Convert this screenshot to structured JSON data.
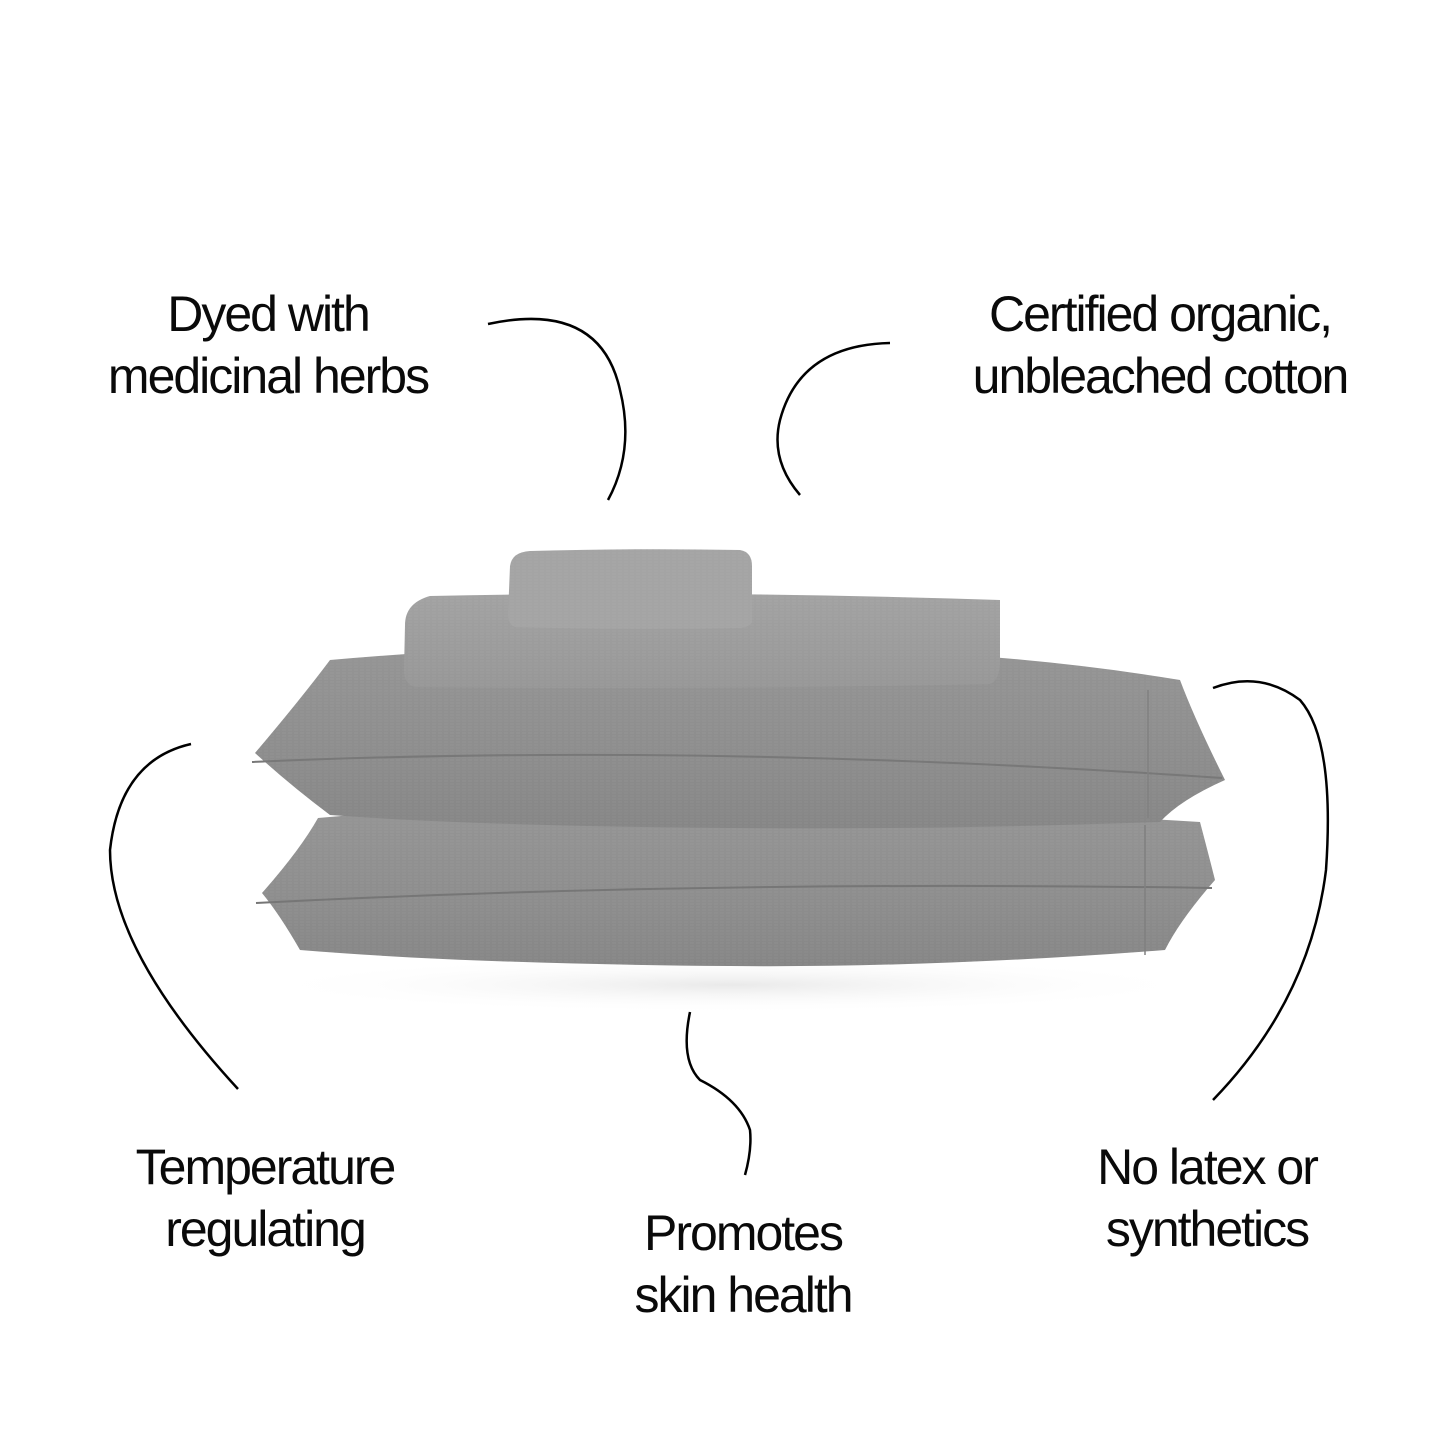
{
  "product": {
    "name": "bedding-set",
    "fabric_color": "#8f8f8f",
    "fabric_highlight": "#a3a3a3",
    "fabric_shadow": "#7d7d7d",
    "items": [
      "pillowcase-folded",
      "sheet-folded",
      "pillow-top",
      "pillow-bottom"
    ]
  },
  "callouts": {
    "dyed": {
      "line1": "Dyed with",
      "line2": "medicinal herbs"
    },
    "organic": {
      "line1": "Certified  organic,",
      "line2": "unbleached cotton"
    },
    "temperature": {
      "line1": "Temperature",
      "line2": "regulating"
    },
    "skin": {
      "line1": "Promotes",
      "line2": "skin health"
    },
    "latex": {
      "line1": "No latex or",
      "line2": "synthetics"
    }
  },
  "colors": {
    "text": "#0a0a0a",
    "background": "#ffffff",
    "line": "#000000"
  }
}
